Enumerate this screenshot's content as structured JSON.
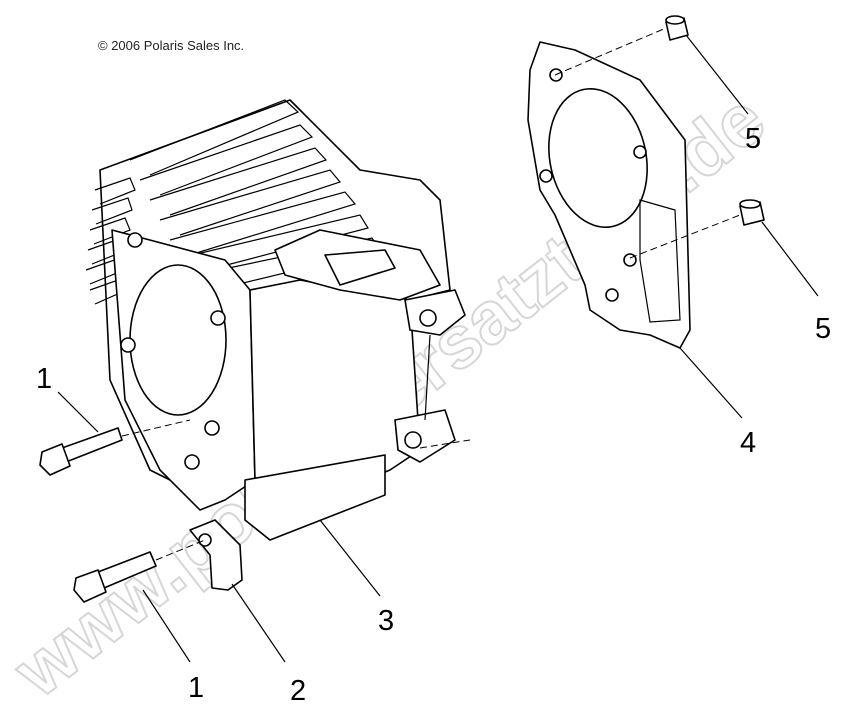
{
  "copyright": "© 2006 Polaris Sales Inc.",
  "watermark": "www.polaris-ersatzteile.de",
  "callouts": [
    {
      "id": "bolt-upper",
      "label": "1"
    },
    {
      "id": "bolt-lower",
      "label": "1"
    },
    {
      "id": "oil-pipe",
      "label": "2"
    },
    {
      "id": "cylinder",
      "label": "3"
    },
    {
      "id": "gasket",
      "label": "4"
    },
    {
      "id": "dowel-upper",
      "label": "5"
    },
    {
      "id": "dowel-lower",
      "label": "5"
    }
  ],
  "colors": {
    "line": "#000000",
    "background": "#ffffff",
    "watermark": "#c9c9c9"
  }
}
